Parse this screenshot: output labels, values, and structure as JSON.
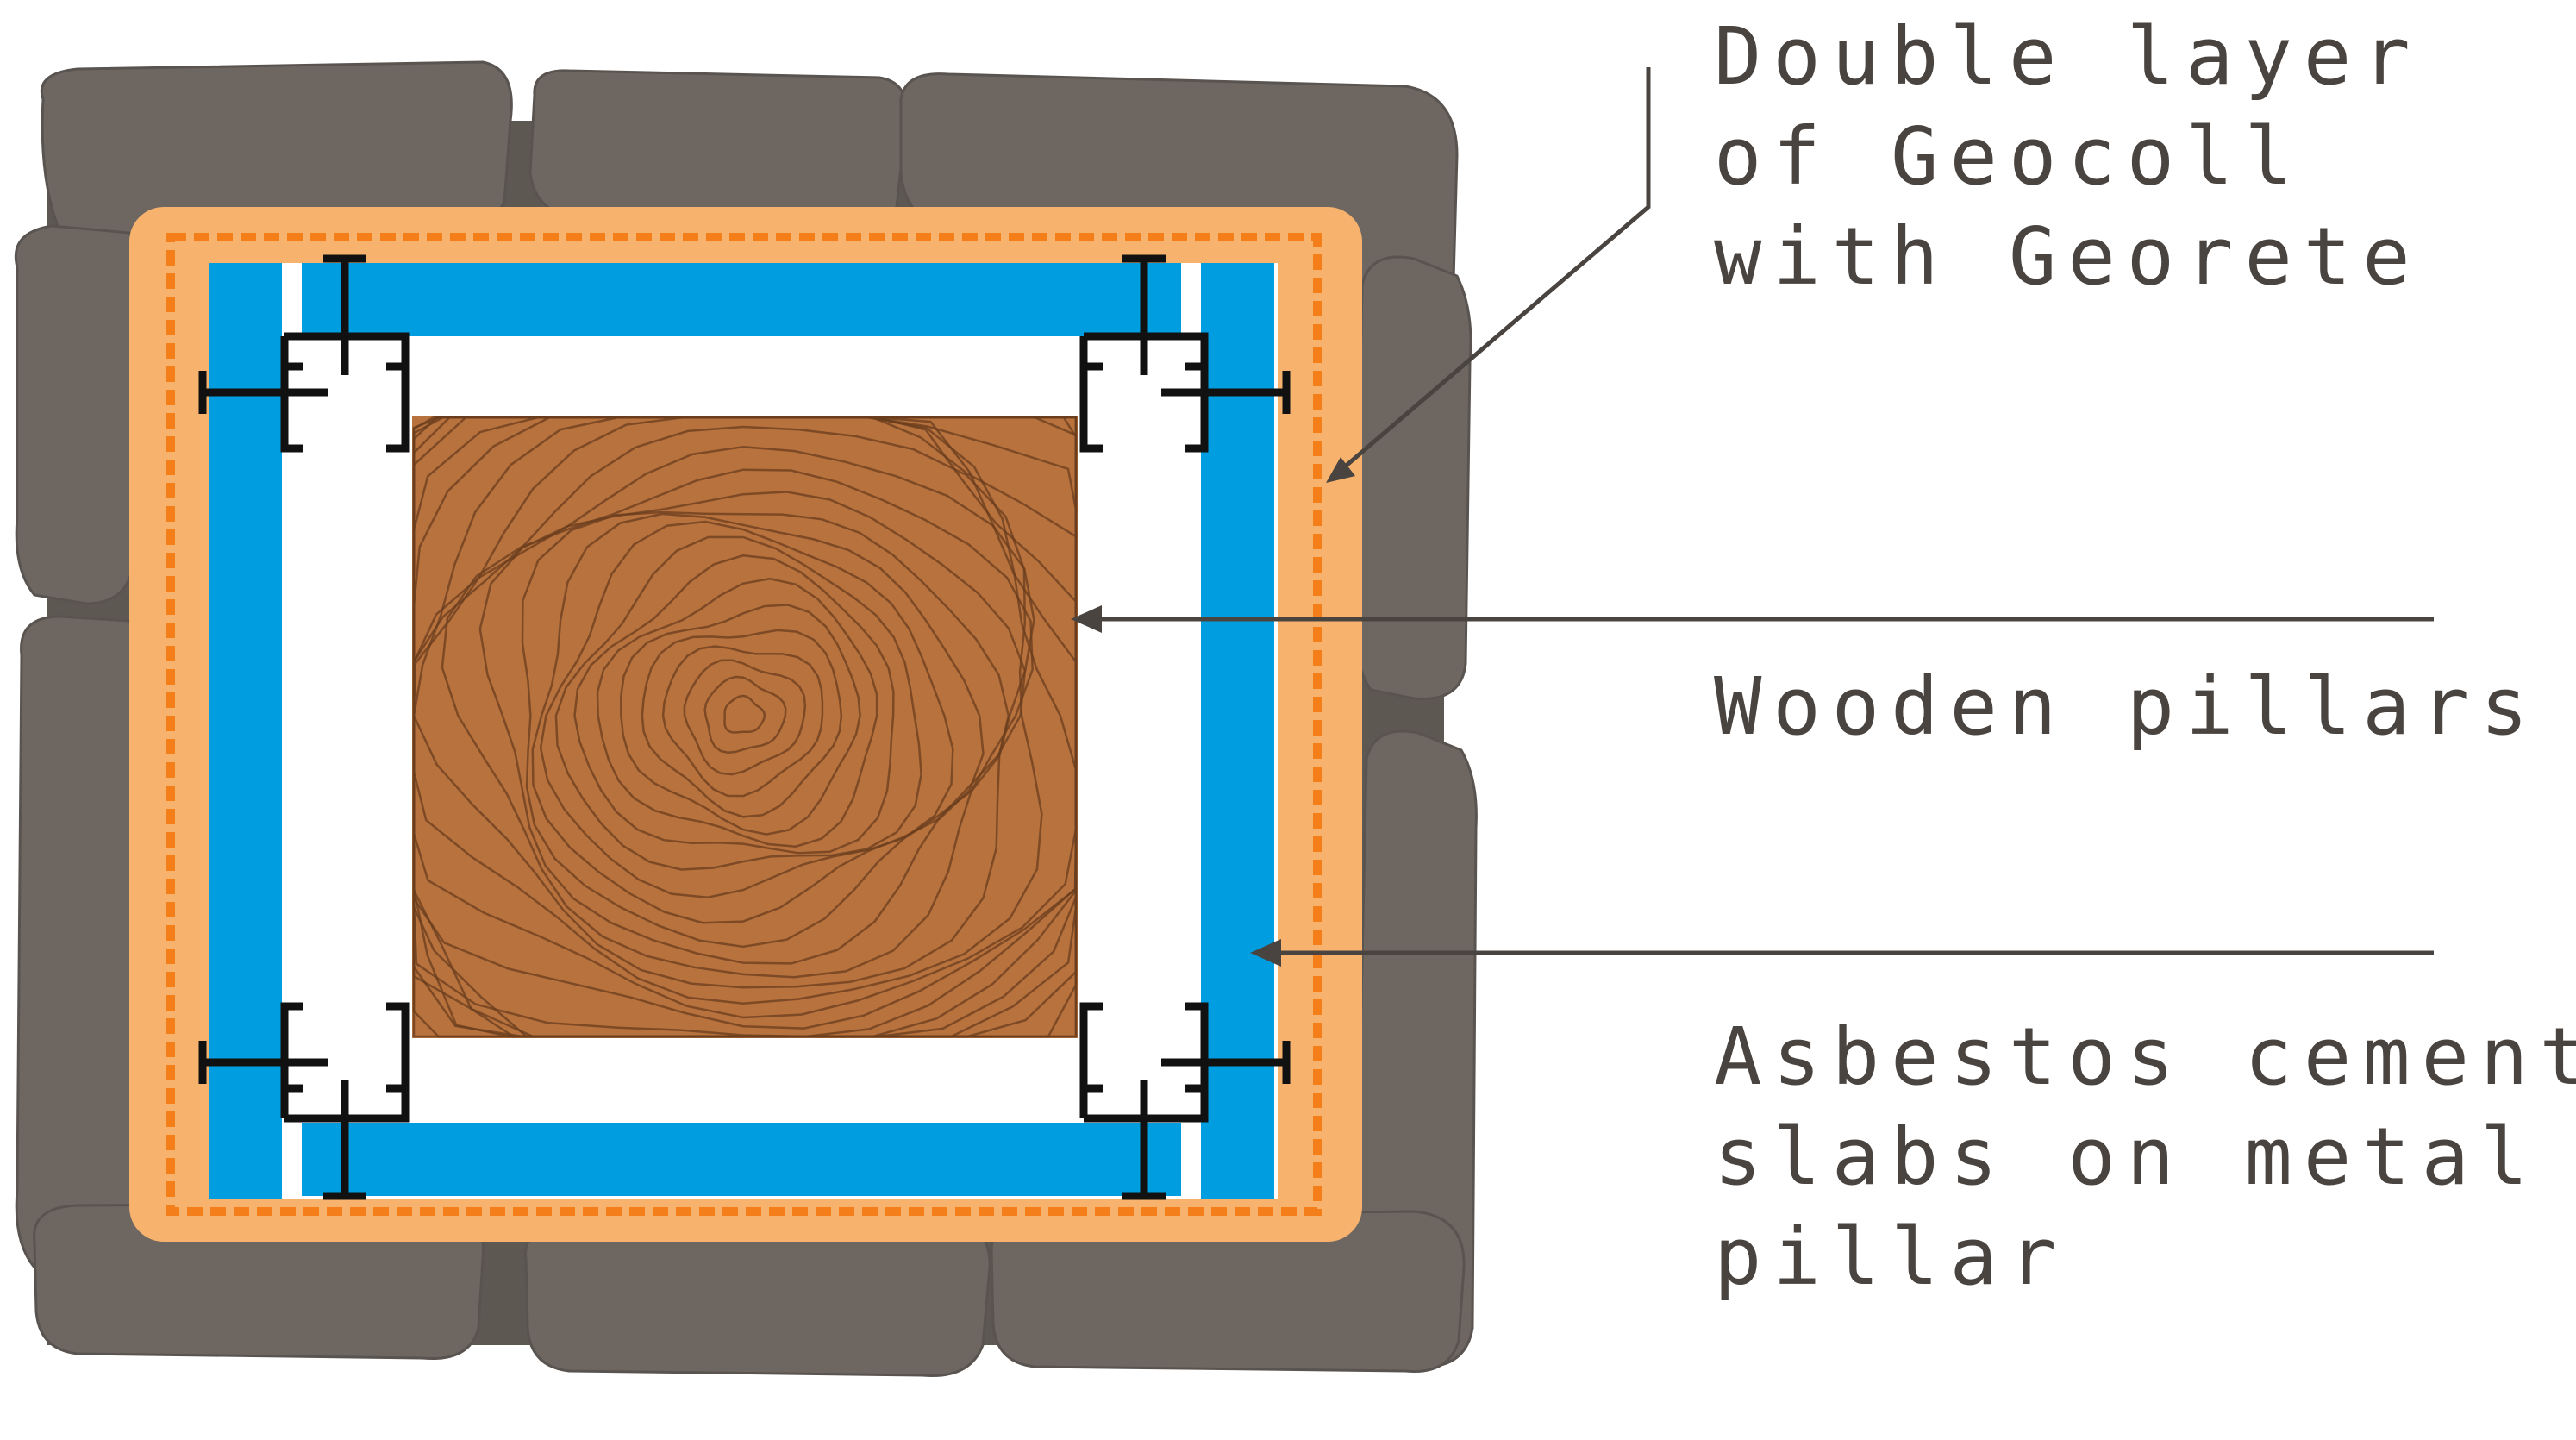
{
  "labels": {
    "geocoll": [
      "Double layer",
      "of Geocoll",
      "with Georete"
    ],
    "wood": [
      "Wooden pillars"
    ],
    "slabs": [
      "Asbestos cement",
      "slabs on metal",
      "pillar"
    ]
  },
  "colors": {
    "stone": "#6d6661",
    "stone_edge": "#5a5450",
    "geocoll_layer": "#f7b36e",
    "georete_dash": "#f47e1a",
    "slab_blue": "#009ee0",
    "wood": "#b8723d",
    "wood_ring": "#6a3d1e",
    "metal": "#111111",
    "leader": "#4a4440"
  }
}
